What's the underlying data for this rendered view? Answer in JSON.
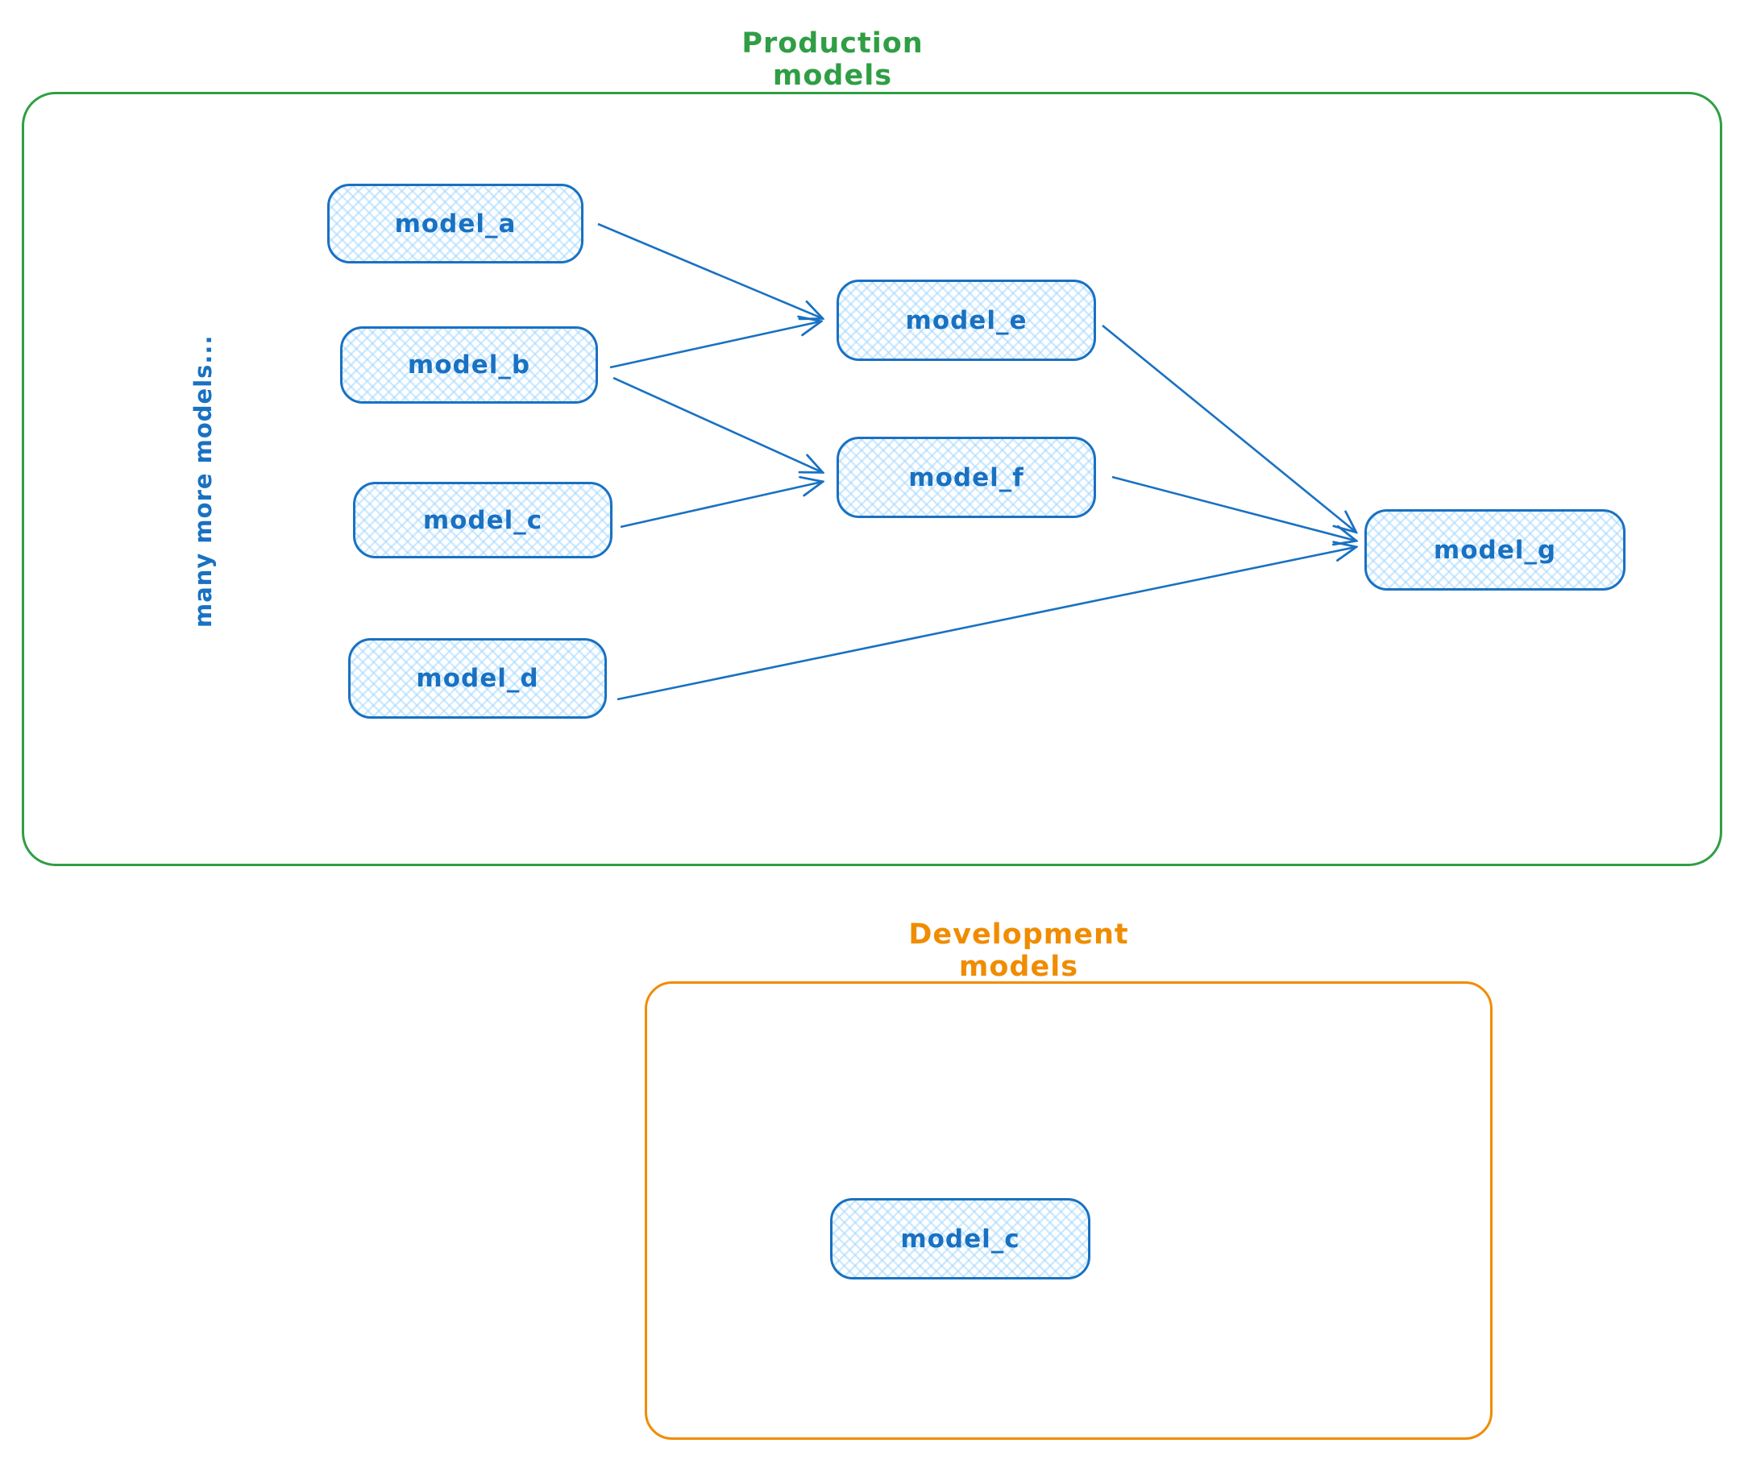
{
  "production": {
    "title": "Production models",
    "side_note": "many more models...",
    "nodes": [
      {
        "id": "model_a",
        "label": "model_a"
      },
      {
        "id": "model_b",
        "label": "model_b"
      },
      {
        "id": "model_c",
        "label": "model_c"
      },
      {
        "id": "model_d",
        "label": "model_d"
      },
      {
        "id": "model_e",
        "label": "model_e"
      },
      {
        "id": "model_f",
        "label": "model_f"
      },
      {
        "id": "model_g",
        "label": "model_g"
      }
    ],
    "edges": [
      {
        "from": "model_a",
        "to": "model_e"
      },
      {
        "from": "model_b",
        "to": "model_e"
      },
      {
        "from": "model_b",
        "to": "model_f"
      },
      {
        "from": "model_c",
        "to": "model_f"
      },
      {
        "from": "model_d",
        "to": "model_g"
      },
      {
        "from": "model_e",
        "to": "model_g"
      },
      {
        "from": "model_f",
        "to": "model_g"
      }
    ]
  },
  "development": {
    "title": "Development models",
    "nodes": [
      {
        "id": "model_c_dev",
        "label": "model_c"
      }
    ]
  },
  "colors": {
    "production_outline": "#2f9e44",
    "development_outline": "#f08c00",
    "node_stroke": "#1971c2",
    "node_fill": "#a5d8ff",
    "arrow": "#1971c2"
  }
}
